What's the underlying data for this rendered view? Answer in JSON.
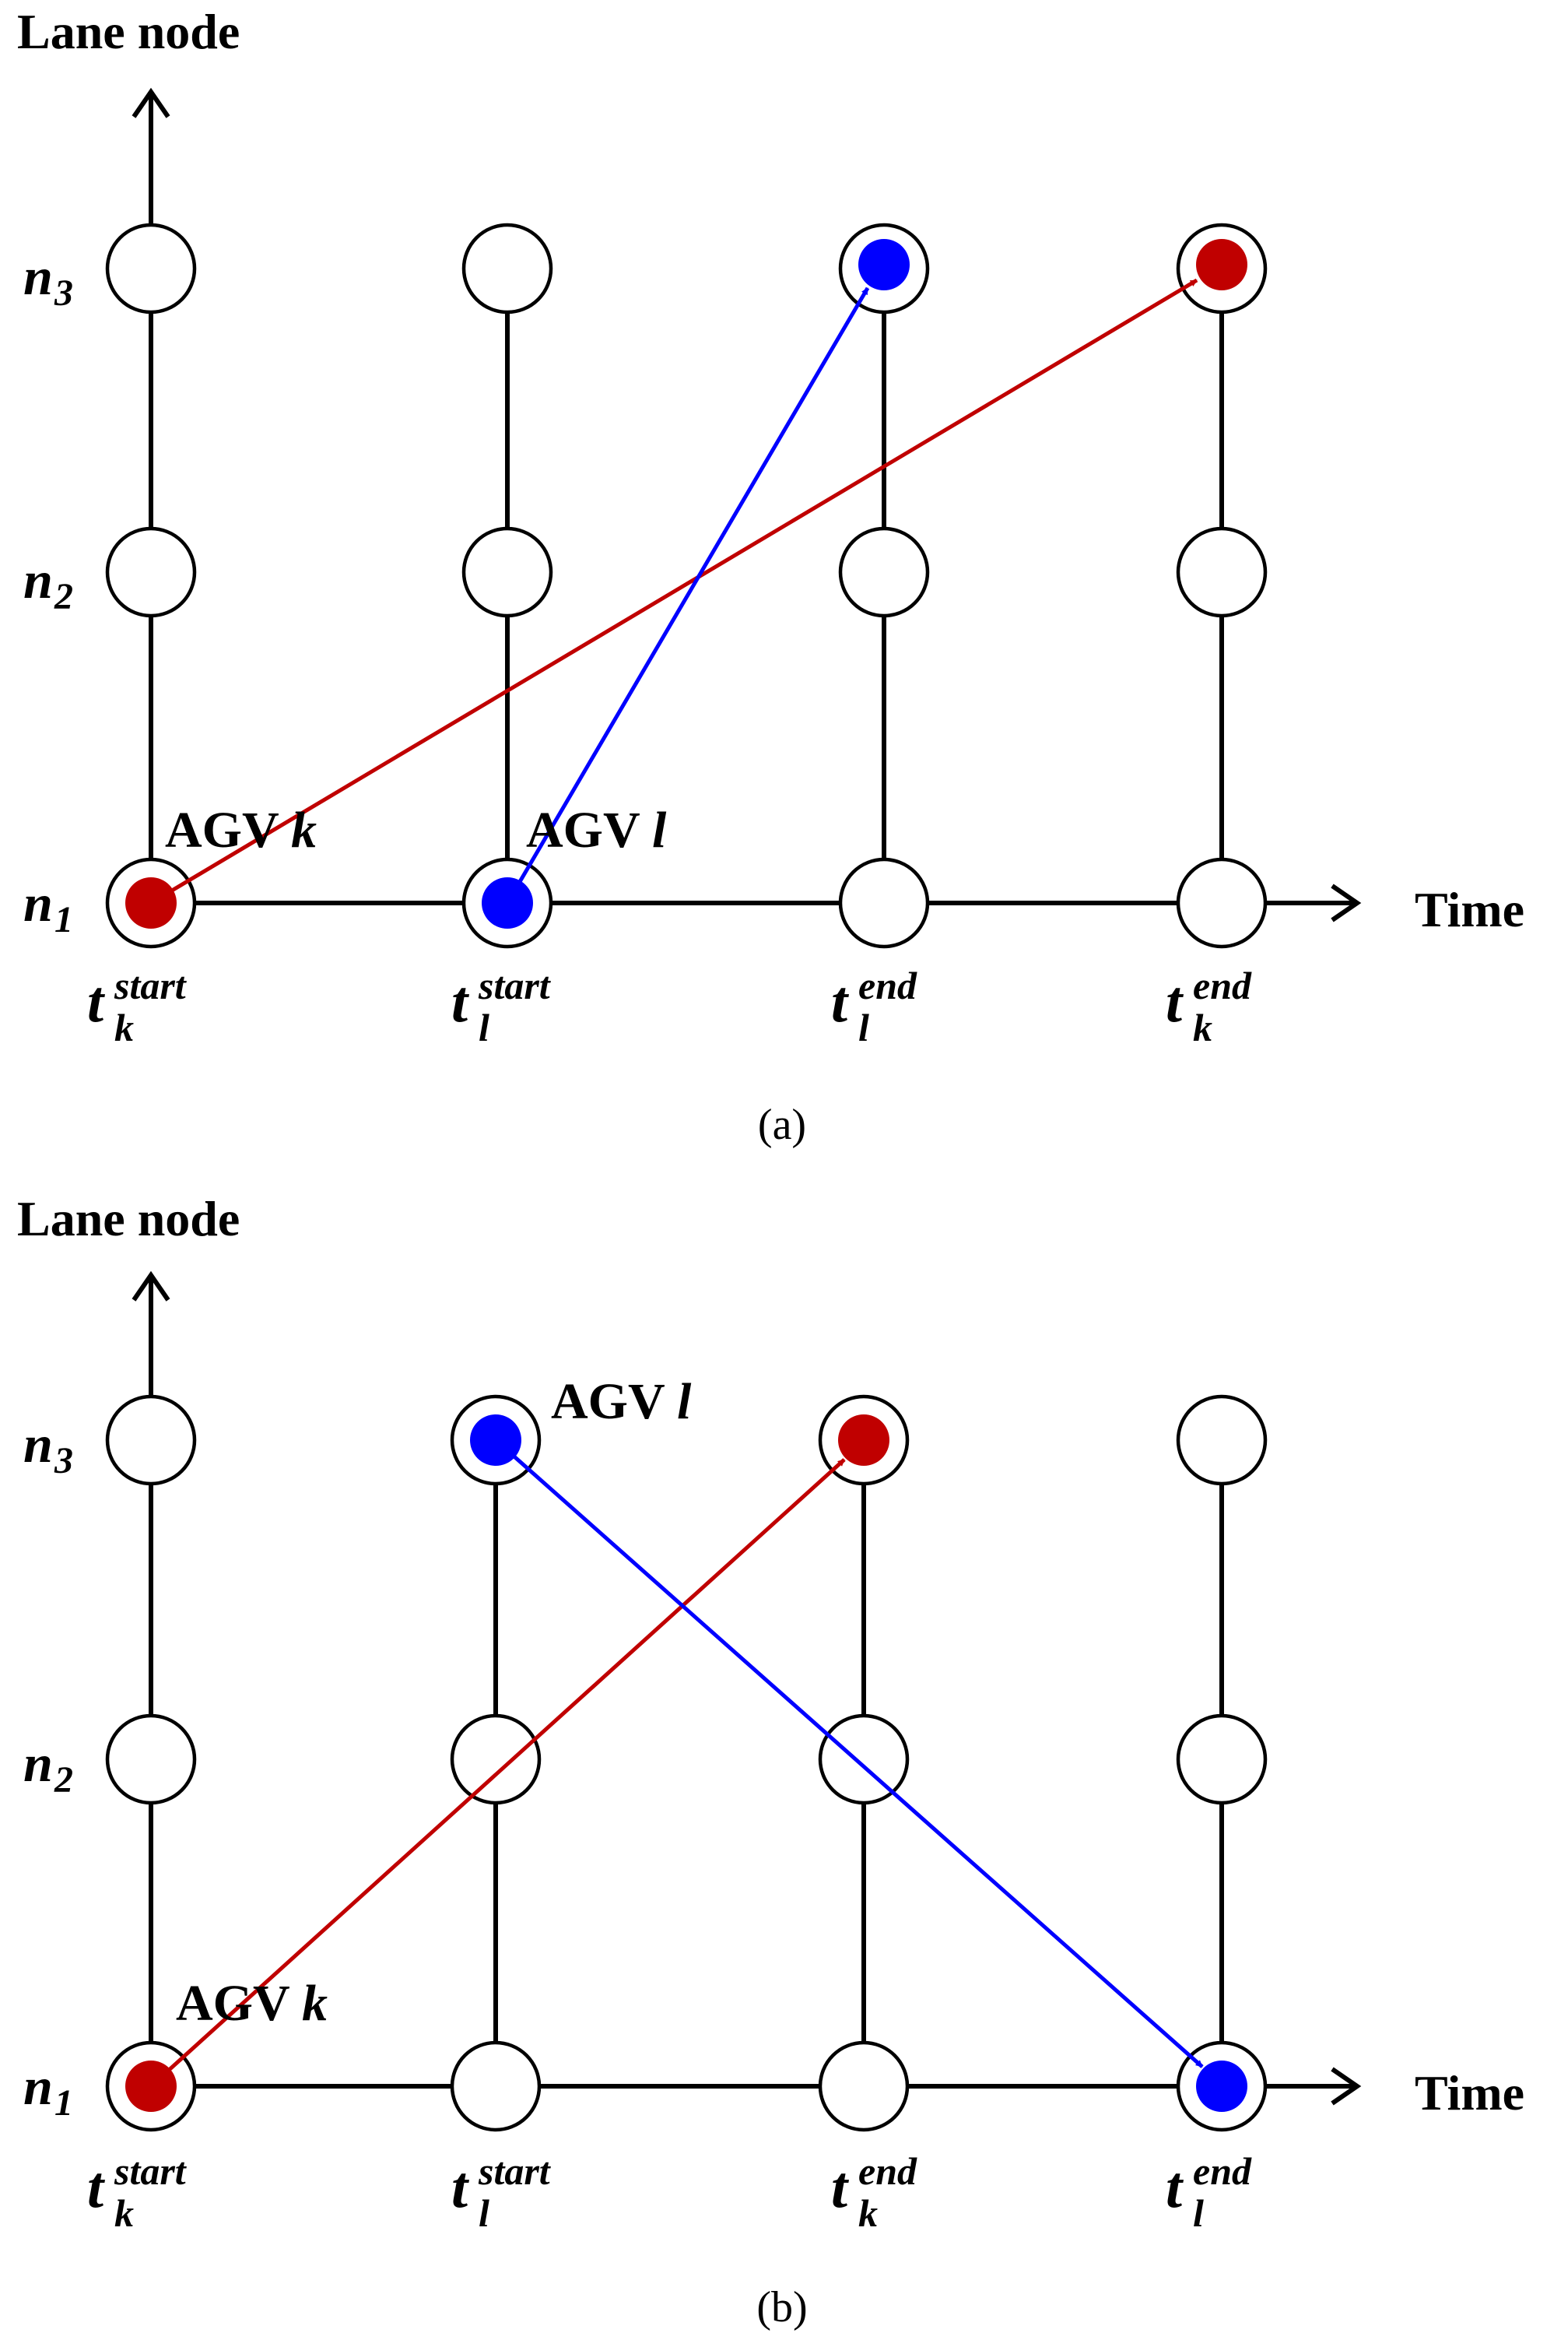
{
  "colors": {
    "agv_k": "#c00000",
    "agv_l": "#0000ff",
    "grid": "#000000"
  },
  "panel_a": {
    "y_axis_title": "Lane node",
    "x_axis_title": "Time",
    "caption": "(a)",
    "node_labels": [
      {
        "base": "n",
        "sub": "3"
      },
      {
        "base": "n",
        "sub": "2"
      },
      {
        "base": "n",
        "sub": "1"
      }
    ],
    "time_labels": [
      {
        "base": "t",
        "sup": "start",
        "sub": "k"
      },
      {
        "base": "t",
        "sup": "start",
        "sub": "l"
      },
      {
        "base": "t",
        "sup": "end",
        "sub": "l"
      },
      {
        "base": "t",
        "sup": "end",
        "sub": "k"
      }
    ],
    "agv_k_label": {
      "prefix": "AGV ",
      "var": "k"
    },
    "agv_l_label": {
      "prefix": "AGV ",
      "var": "l"
    }
  },
  "panel_b": {
    "y_axis_title": "Lane node",
    "x_axis_title": "Time",
    "caption": "(b)",
    "node_labels": [
      {
        "base": "n",
        "sub": "3"
      },
      {
        "base": "n",
        "sub": "2"
      },
      {
        "base": "n",
        "sub": "1"
      }
    ],
    "time_labels": [
      {
        "base": "t",
        "sup": "start",
        "sub": "k"
      },
      {
        "base": "t",
        "sup": "start",
        "sub": "l"
      },
      {
        "base": "t",
        "sup": "end",
        "sub": "k"
      },
      {
        "base": "t",
        "sup": "end",
        "sub": "l"
      }
    ],
    "agv_k_label": {
      "prefix": "AGV ",
      "var": "k"
    },
    "agv_l_label": {
      "prefix": "AGV ",
      "var": "l"
    }
  }
}
